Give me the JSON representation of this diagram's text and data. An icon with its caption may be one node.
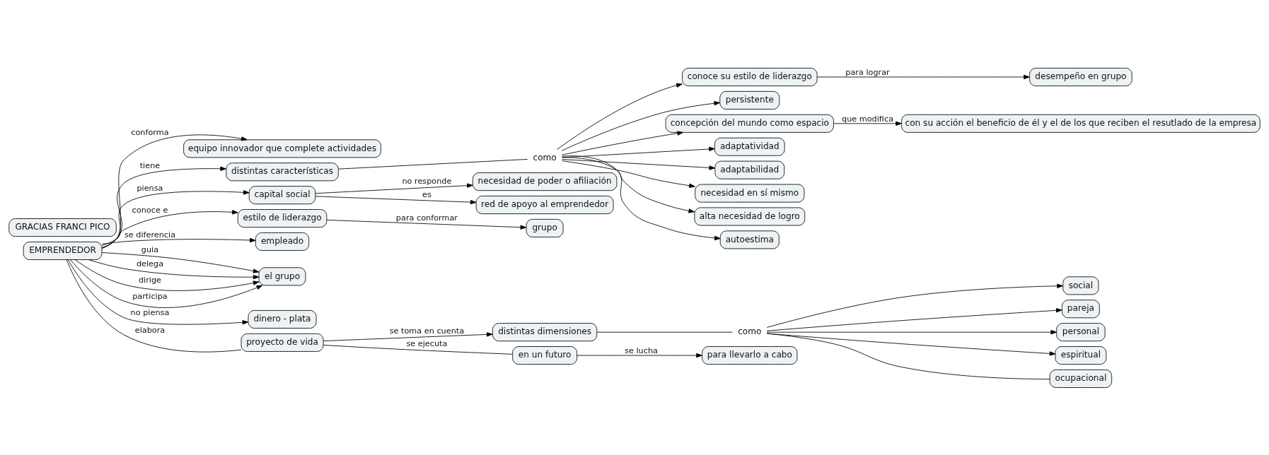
{
  "diagram": {
    "nodes": [
      {
        "text": [
          "conoce su estilo de liderazgo"
        ]
      },
      {
        "text": [
          "desempeño en grupo"
        ]
      },
      {
        "text": [
          "equipo innovador que complete actividades"
        ]
      },
      {
        "text": [
          "persistente"
        ]
      },
      {
        "text": [
          "concepción del mundo como espacio"
        ]
      },
      {
        "text": [
          "con su acción el beneficio de él y el de los que reciben el resutlado de la empresa"
        ]
      },
      {
        "text": [
          "adaptatividad"
        ]
      },
      {
        "text": [
          "adaptabilidad"
        ]
      },
      {
        "text": [
          "necesidad en sí mismo"
        ]
      },
      {
        "text": [
          "distintas características"
        ]
      },
      {
        "text": [
          "como"
        ]
      },
      {
        "text": [
          "alta necesidad de logro"
        ]
      },
      {
        "text": [
          "necesidad de poder o afiliación"
        ]
      },
      {
        "text": [
          "capital social"
        ]
      },
      {
        "text": [
          "autoestima"
        ]
      },
      {
        "text": [
          "red de apoyo al emprendedor"
        ]
      },
      {
        "text": [
          "estilo de liderazgo"
        ]
      },
      {
        "text": [
          "grupo"
        ]
      },
      {
        "text": [
          "empleado"
        ]
      },
      {
        "text": [
          "EMPRENDEDOR"
        ]
      },
      {
        "text": [
          "el grupo"
        ]
      },
      {
        "text": [
          "dinero - plata"
        ]
      },
      {
        "text": [
          "distintas dimensiones"
        ]
      },
      {
        "text": [
          "proyecto de vida"
        ]
      },
      {
        "text": [
          "social"
        ]
      },
      {
        "text": [
          "como"
        ]
      },
      {
        "text": [
          "pareja"
        ]
      },
      {
        "text": [
          "personal"
        ]
      },
      {
        "text": [
          "espiritual"
        ]
      },
      {
        "text": [
          "en un futuro"
        ]
      },
      {
        "text": [
          "GRACIAS FRANCI PICO"
        ]
      },
      {
        "text": [
          "ocupacional"
        ]
      },
      {
        "text": [
          "para llevarlo a cabo"
        ]
      }
    ],
    "edges": [
      {
        "from": 0,
        "to": 1,
        "arrow": "to",
        "label": "para lograr"
      },
      {
        "from": 4,
        "to": 5,
        "arrow": "to",
        "label": "que modifica"
      },
      {
        "from": 19,
        "to": 2,
        "arrow": "to",
        "label": "conforma"
      },
      {
        "from": 19,
        "to": 9,
        "arrow": "to",
        "label": "tiene"
      },
      {
        "from": 9,
        "to": 10,
        "arrow": "none"
      },
      {
        "from": 10,
        "to": 7,
        "arrow": "to"
      },
      {
        "from": 10,
        "to": 6,
        "arrow": "to"
      },
      {
        "from": 10,
        "to": 3,
        "arrow": "to"
      },
      {
        "from": 10,
        "to": 0,
        "arrow": "to"
      },
      {
        "from": 10,
        "to": 4,
        "arrow": "to"
      },
      {
        "from": 10,
        "to": 8,
        "arrow": "to"
      },
      {
        "from": 10,
        "to": 11,
        "arrow": "to"
      },
      {
        "from": 10,
        "to": 14,
        "arrow": "to"
      },
      {
        "from": 19,
        "to": 13,
        "arrow": "to",
        "label": "piensa"
      },
      {
        "from": 13,
        "to": 12,
        "arrow": "to",
        "label": "no responde"
      },
      {
        "from": 13,
        "to": 15,
        "arrow": "to",
        "label": "es"
      },
      {
        "from": 19,
        "to": 16,
        "arrow": "to",
        "label": "conoce e"
      },
      {
        "from": 16,
        "to": 17,
        "arrow": "to",
        "label": "para conformar"
      },
      {
        "from": 19,
        "to": 20,
        "arrow": "to",
        "label": "guia"
      },
      {
        "from": 19,
        "to": 20,
        "arrow": "to",
        "label": "delega"
      },
      {
        "from": 19,
        "to": 20,
        "arrow": "to",
        "label": "dirige"
      },
      {
        "from": 19,
        "to": 20,
        "arrow": "to",
        "label": "participa"
      },
      {
        "from": 19,
        "to": 18,
        "arrow": "to",
        "label": "se diferencia"
      },
      {
        "from": 19,
        "to": 21,
        "arrow": "to",
        "label": "no piensa"
      },
      {
        "from": 19,
        "to": 23,
        "arrow": "none",
        "label": "elabora"
      },
      {
        "from": 23,
        "to": 22,
        "arrow": "to",
        "label": "se toma en cuenta"
      },
      {
        "from": 22,
        "to": 25,
        "arrow": "none"
      },
      {
        "from": 25,
        "to": 24,
        "arrow": "to"
      },
      {
        "from": 25,
        "to": 27,
        "arrow": "to"
      },
      {
        "from": 25,
        "to": 26,
        "arrow": "to"
      },
      {
        "from": 25,
        "to": 28,
        "arrow": "to"
      },
      {
        "from": 25,
        "to": 31,
        "arrow": "none"
      },
      {
        "from": 23,
        "to": 29,
        "arrow": "none",
        "label": "se ejecuta"
      },
      {
        "from": 29,
        "to": 32,
        "arrow": "to",
        "label": "se lucha"
      }
    ]
  }
}
